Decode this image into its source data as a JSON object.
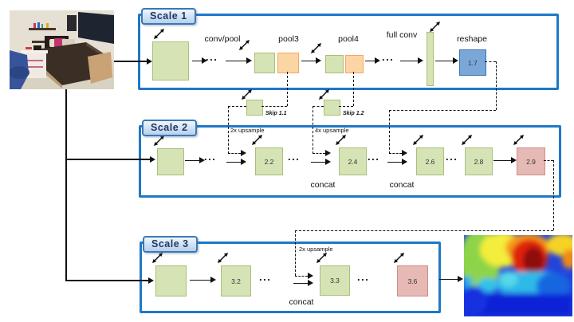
{
  "scale1": {
    "title": "Scale 1",
    "labels": {
      "conv_pool": "conv/pool",
      "pool3": "pool3",
      "pool4": "pool4",
      "full_conv": "full conv",
      "reshape": "reshape"
    },
    "block": "1.7"
  },
  "scale2": {
    "title": "Scale 2",
    "blocks": [
      "2.2",
      "2.4",
      "2.6",
      "2.8",
      "2.9"
    ]
  },
  "scale3": {
    "title": "Scale 3",
    "blocks": [
      "3.2",
      "3.3",
      "3.6"
    ]
  },
  "conn": {
    "skip_1_1": "Skip 1.1",
    "skip_1_2": "Skip 1.2",
    "up2x": "2x upsample",
    "up4x": "4x upsample",
    "concat": "concat",
    "dots": "..."
  },
  "images": {
    "input": "bedroom-photo",
    "output": "depth-map"
  },
  "colors": {
    "box_border": "#1e78c8",
    "green_fill": "#d5e3b5",
    "green_border": "#a8c07c",
    "orange_fill": "#fcd5a5",
    "orange_border": "#f2a95f",
    "blue_fill": "#7ba7d8",
    "blue_border": "#3a72b0",
    "pink_fill": "#e6b9b4",
    "pink_border": "#cf8d87",
    "tab_text": "#1f3864",
    "line": "#111111"
  }
}
